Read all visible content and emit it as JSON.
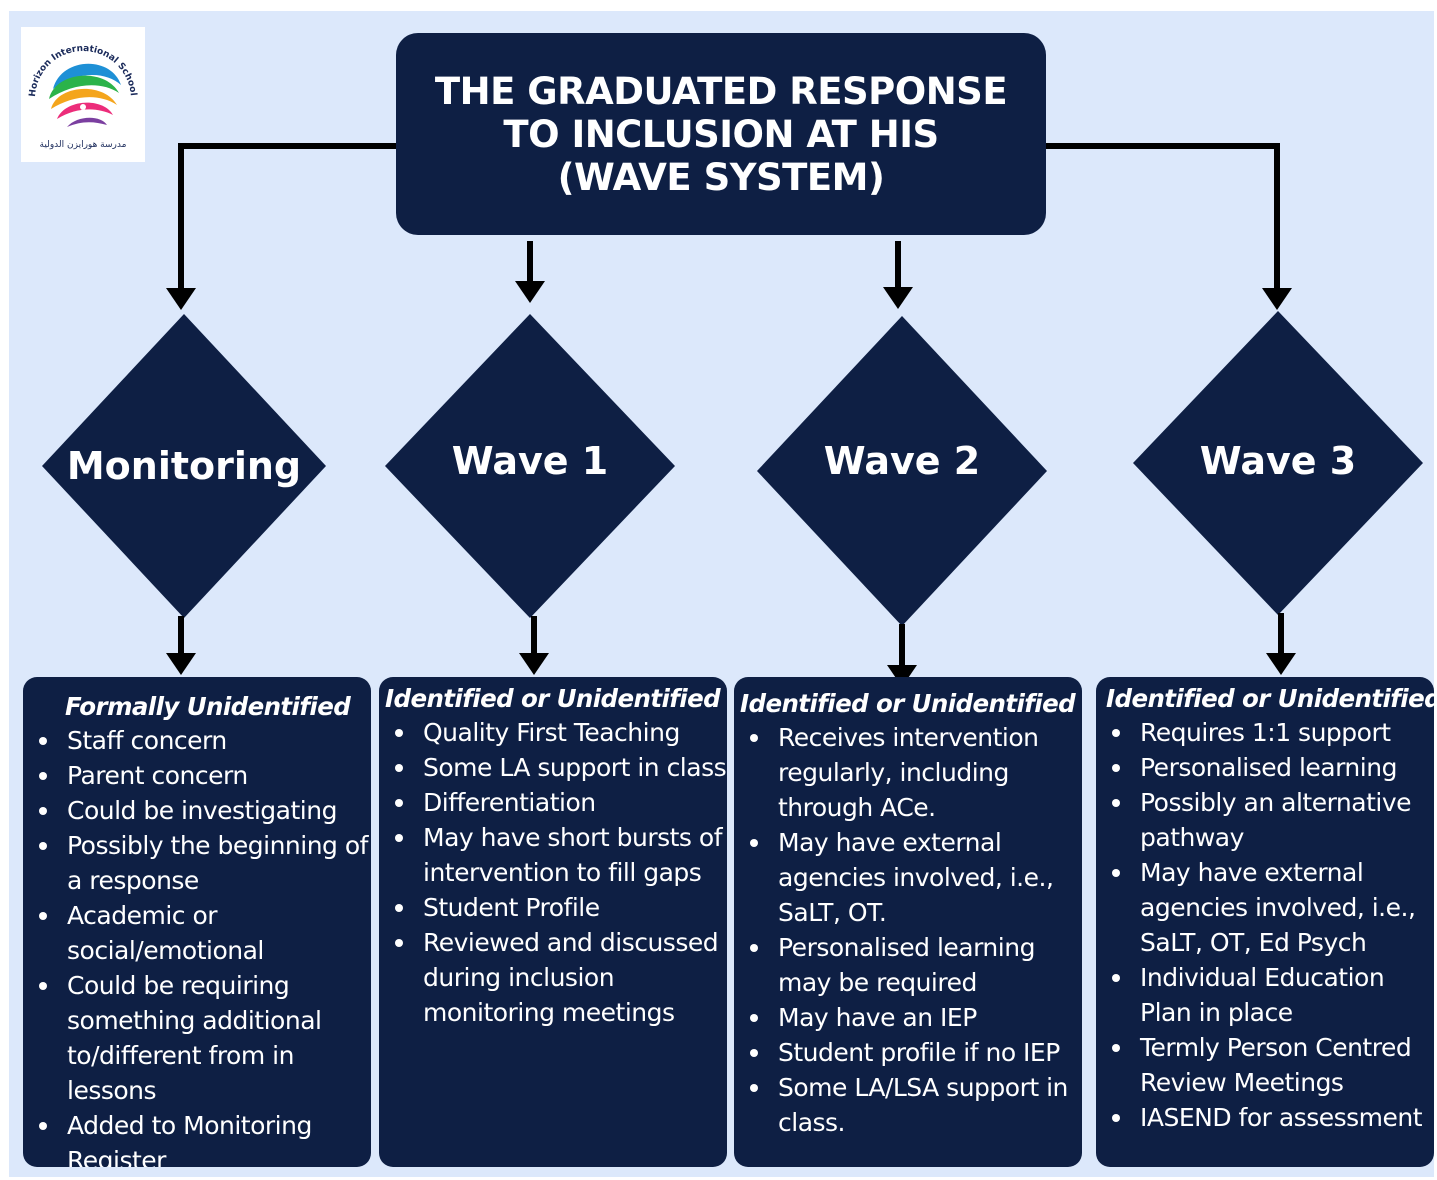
{
  "logo": {
    "text_top": "Horizon International School",
    "text_bottom": "مدرسة هورايزن الدولية"
  },
  "title": "THE GRADUATED RESPONSE\nTO INCLUSION AT HIS\n(WAVE SYSTEM)",
  "colors": {
    "background": "#dce8fb",
    "box": "#0e1f44",
    "text": "#ffffff",
    "connector": "#000000"
  },
  "stages": [
    {
      "label": "Monitoring",
      "heading": "Formally Unidentified",
      "items": [
        "Staff concern",
        "Parent concern",
        "Could be investigating",
        "Possibly the beginning of a response",
        "Academic or social/emotional",
        "Could be requiring something additional to/different from in lessons",
        "Added to Monitoring Register"
      ]
    },
    {
      "label": "Wave 1",
      "heading": "Identified or Unidentified",
      "items": [
        "Quality First Teaching",
        "Some LA support in class",
        "Differentiation",
        "May have short bursts of intervention to fill gaps",
        "Student Profile",
        "Reviewed and discussed during inclusion monitoring meetings"
      ]
    },
    {
      "label": "Wave 2",
      "heading": "Identified or Unidentified",
      "items": [
        "Receives intervention regularly, including through ACe.",
        "May have external agencies involved, i.e., SaLT, OT.",
        "Personalised learning may be required",
        "May have an IEP",
        "Student profile if no IEP",
        "Some LA/LSA support in class."
      ]
    },
    {
      "label": "Wave 3",
      "heading": "Identified or Unidentified",
      "items": [
        "Requires 1:1 support",
        "Personalised learning",
        "Possibly an alternative pathway",
        "May have external agencies involved, i.e., SaLT, OT, Ed Psych",
        "Individual Education Plan in place",
        "Termly Person Centred Review Meetings",
        "IASEND for assessment"
      ]
    }
  ]
}
